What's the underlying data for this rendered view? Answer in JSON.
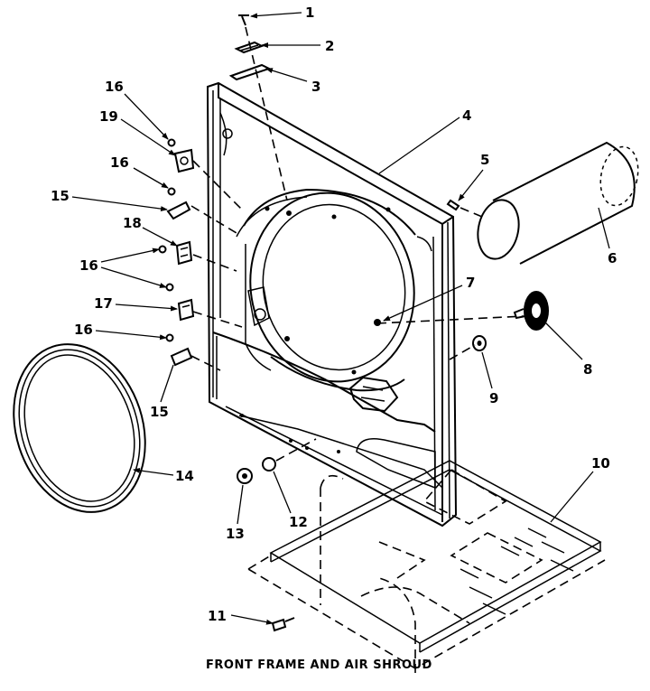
{
  "caption": "FRONT FRAME AND AIR SHROUD",
  "callouts": {
    "c1": "1",
    "c2": "2",
    "c3": "3",
    "c4": "4",
    "c5": "5",
    "c6": "6",
    "c7": "7",
    "c8": "8",
    "c9": "9",
    "c10": "10",
    "c11": "11",
    "c12": "12",
    "c13": "13",
    "c14": "14",
    "c15a": "15",
    "c15b": "15",
    "c16a": "16",
    "c16b": "16",
    "c16c": "16",
    "c16d": "16",
    "c17": "17",
    "c18": "18",
    "c19": "19"
  }
}
